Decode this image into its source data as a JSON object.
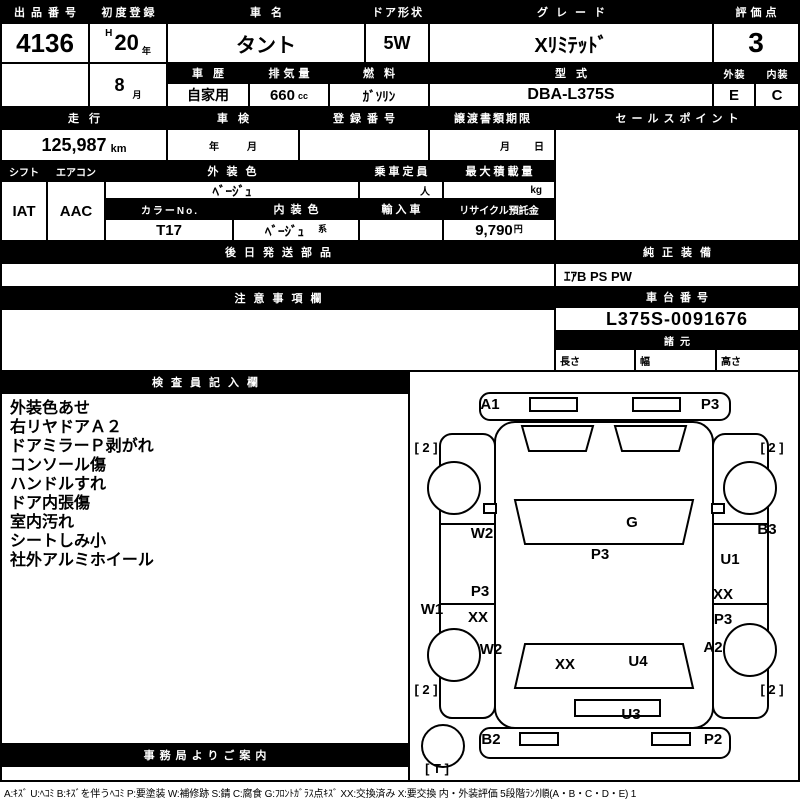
{
  "colors": {
    "ink": "#000000",
    "paper": "#ffffff"
  },
  "top": {
    "auction_no_label": "出品番号",
    "auction_no": "4136",
    "first_reg_label": "初度登録",
    "first_reg_era": "H",
    "first_reg_year": "20",
    "year_suffix": "年",
    "first_reg_month": "8",
    "month_suffix": "月",
    "car_name_label": "車名",
    "car_name": "タント",
    "door_label": "ドア形状",
    "door": "5W",
    "grade_label": "グレード",
    "grade": "Xﾘﾐﾃｯﾄﾞ",
    "score_label": "評価点",
    "score": "3",
    "history_label": "車歴",
    "history": "自家用",
    "disp_label": "排気量",
    "disp": "660",
    "disp_unit": "cc",
    "fuel_label": "燃料",
    "fuel": "ｶﾞｿﾘﾝ",
    "model_label": "型式",
    "model": "DBA-L375S",
    "ext_label": "外装",
    "int_label": "内装",
    "ext_grade": "E",
    "int_grade": "C"
  },
  "mid": {
    "mileage_label": "走行",
    "mileage": "125,987",
    "mileage_unit": "km",
    "shaken_label": "車検",
    "shaken_year": "年",
    "shaken_month": "月",
    "regno_label": "登録番号",
    "transfer_label": "譲渡書類期限",
    "transfer_month": "月",
    "transfer_day": "日",
    "sales_label": "セールスポイント",
    "shift_label": "シフト",
    "shift": "IAT",
    "aircon_label": "エアコン",
    "aircon": "AAC",
    "extcolor_label": "外装色",
    "extcolor": "ﾍﾞｰｼﾞｭ",
    "capacity_label": "乗車定員",
    "capacity_unit": "人",
    "maxload_label": "最大積載量",
    "maxload_unit": "kg",
    "colorno_label": "カラーNo.",
    "colorno": "T17",
    "intcolor_label": "内装色",
    "intcolor": "ﾍﾞｰｼﾞｭ",
    "intcolor_suffix": "系",
    "import_label": "輸入車",
    "recycle_label": "リサイクル預託金",
    "recycle": "9,790",
    "recycle_unit": "円",
    "later_label": "後日発送部品",
    "genuine_label": "純正装備",
    "genuine": "ｴｱB PS PW",
    "caution_label": "注意事項欄",
    "chassis_label": "車台番号",
    "chassis": "L375S-0091676",
    "spec_label": "諸元",
    "length_label": "長さ",
    "width_label": "幅",
    "height_label": "高さ"
  },
  "inspector": {
    "label": "検査員記入欄",
    "notes": [
      "外装色あせ",
      "右リヤドアＡ２",
      "ドアミラーＰ剥がれ",
      "コンソール傷",
      "ハンドルすれ",
      "ドア内張傷",
      "室内汚れ",
      "シートしみ小",
      "社外アルミホイール"
    ]
  },
  "office_label": "事務局よりご案内",
  "diagram": {
    "labels": [
      "A1",
      "P3",
      "[ 2 ]",
      "[ 2 ]",
      "W2",
      "G",
      "P3",
      "B3",
      "U1",
      "W1",
      "P3",
      "XX",
      "XX",
      "P3",
      "W2",
      "A2",
      "XX",
      "U4",
      "[ 2 ]",
      "[ 2 ]",
      "U3",
      "B2",
      "P2",
      "[ T ]"
    ]
  },
  "legend": "A:ｷｽﾞ U:ﾍｺﾐ B:ｷｽﾞを伴うﾍｺﾐ P:要塗装 W:補修跡 S:錆 C:腐食 G:ﾌﾛﾝﾄｶﾞﾗｽ点ｷｽﾞ XX:交換済み X:要交換  内・外装評価 5段階ﾗﾝｸ順(A・B・C・D・E) 1"
}
